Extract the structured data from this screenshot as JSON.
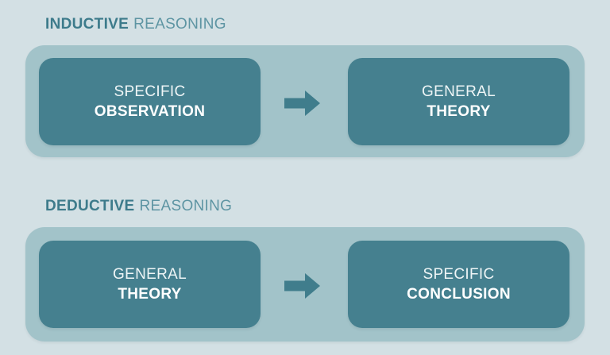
{
  "colors": {
    "page_background": "#d3e0e4",
    "panel_background": "#a2c3c9",
    "box_background": "#45808f",
    "arrow": "#407d8c",
    "title_bold_text": "#3d7b8b",
    "title_regular_text": "#5e95a3",
    "box_line1_text": "#eef5f6",
    "box_line2_text": "#ffffff"
  },
  "sections": [
    {
      "title_bold": "INDUCTIVE",
      "title_regular": "REASONING",
      "from": {
        "line1": "SPECIFIC",
        "line2": "OBSERVATION"
      },
      "arrow_icon": "arrow-right",
      "to": {
        "line1": "GENERAL",
        "line2": "THEORY"
      }
    },
    {
      "title_bold": "DEDUCTIVE",
      "title_regular": "REASONING",
      "from": {
        "line1": "GENERAL",
        "line2": "THEORY"
      },
      "arrow_icon": "arrow-right",
      "to": {
        "line1": "SPECIFIC",
        "line2": "CONCLUSION"
      }
    }
  ]
}
